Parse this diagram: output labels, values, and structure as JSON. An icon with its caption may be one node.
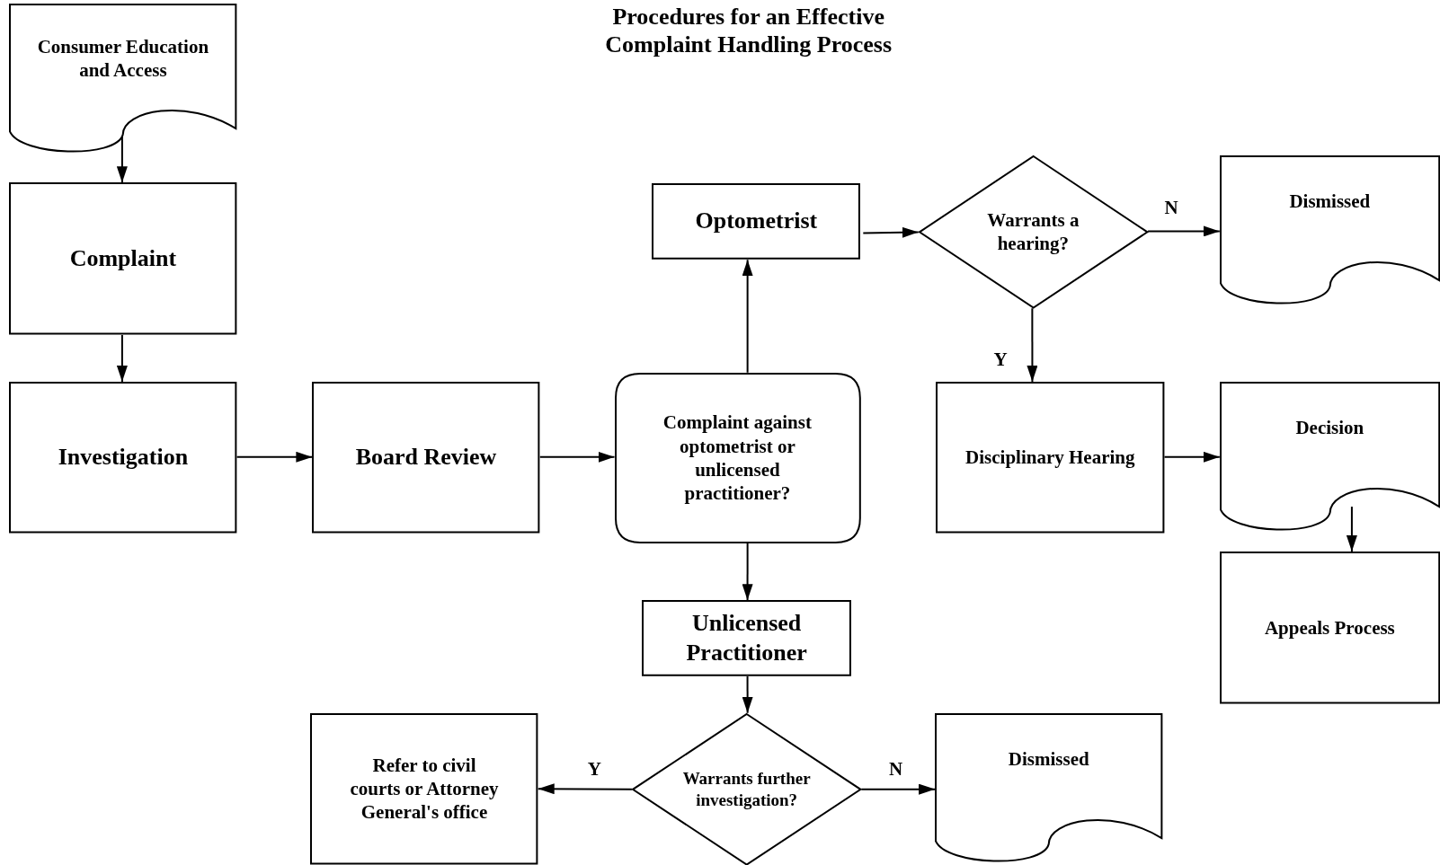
{
  "diagram": {
    "title": "Procedures for an Effective Complaint Handling Process",
    "nodes": [
      {
        "text": [
          "Consumer Education and Access"
        ]
      },
      {
        "text": [
          "Complaint"
        ]
      },
      {
        "text": [
          "Investigation"
        ]
      },
      {
        "text": [
          "Board Review"
        ]
      },
      {
        "text": [
          "Complaint against optometrist or unlicensed practitioner?"
        ]
      },
      {
        "text": [
          "Optometrist"
        ]
      },
      {
        "text": [
          "Warrants a hearing?"
        ]
      },
      {
        "text": [
          "Dismissed"
        ]
      },
      {
        "text": [
          "Disciplinary Hearing"
        ]
      },
      {
        "text": [
          "Decision"
        ]
      },
      {
        "text": [
          "Appeals Process"
        ]
      },
      {
        "text": [
          "Unlicensed Practitioner"
        ]
      },
      {
        "text": [
          "Warrants further investigation?"
        ]
      },
      {
        "text": [
          "Refer to civil courts or Attorney General's office"
        ]
      },
      {
        "text": [
          "Dismissed"
        ]
      }
    ],
    "edges": [
      {
        "from": 0,
        "to": 1,
        "arrow": "to"
      },
      {
        "from": 1,
        "to": 2,
        "arrow": "to"
      },
      {
        "from": 2,
        "to": 3,
        "arrow": "to"
      },
      {
        "from": 3,
        "to": 4,
        "arrow": "to"
      },
      {
        "from": 4,
        "to": 5,
        "arrow": "to"
      },
      {
        "from": 5,
        "to": 6,
        "arrow": "to"
      },
      {
        "from": 6,
        "to": 7,
        "arrow": "to",
        "label": "N"
      },
      {
        "from": 6,
        "to": 8,
        "arrow": "to",
        "label": "Y"
      },
      {
        "from": 8,
        "to": 9,
        "arrow": "to"
      },
      {
        "from": 9,
        "to": 10,
        "arrow": "to"
      },
      {
        "from": 4,
        "to": 11,
        "arrow": "to"
      },
      {
        "from": 11,
        "to": 12,
        "arrow": "to"
      },
      {
        "from": 12,
        "to": 13,
        "arrow": "to",
        "label": "Y"
      },
      {
        "from": 12,
        "to": 14,
        "arrow": "to",
        "label": "N"
      }
    ]
  }
}
